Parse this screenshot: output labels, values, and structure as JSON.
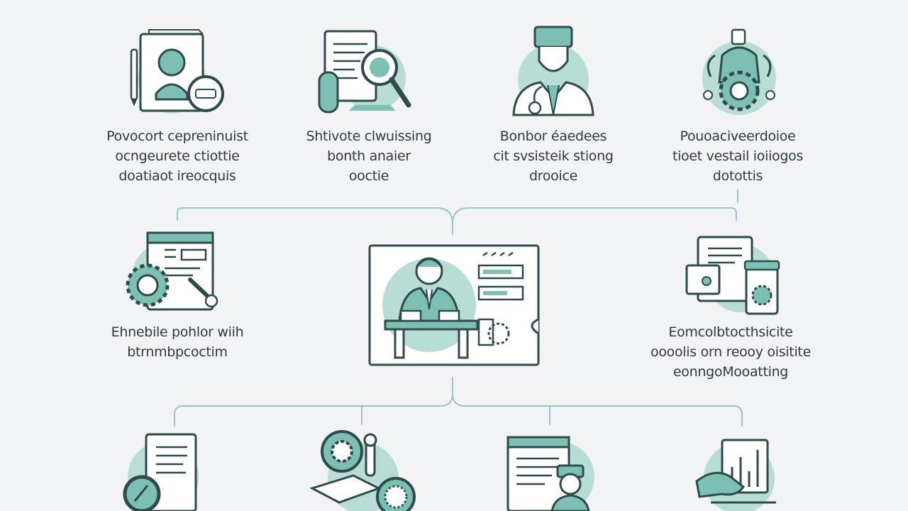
{
  "theme": {
    "accent": "#7cc0b3",
    "accent_light": "#b7ddd5",
    "ink": "#2f4a4a",
    "connector": "#9cc4cc",
    "background": "#f1f3f4",
    "text": "#2f3a3f"
  },
  "top_row": [
    {
      "id": "applicant-portrait",
      "icon": "id-document-with-magnifier-icon",
      "lines": [
        "Povocort cepreninuist",
        "ocngeurete ctiottie",
        "doatiaot ireocquis"
      ]
    },
    {
      "id": "screening",
      "icon": "document-search-icon",
      "lines": [
        "Shtivote clwuissing",
        "bonth anaier",
        "ooctie"
      ]
    },
    {
      "id": "medical",
      "icon": "doctor-icon",
      "lines": [
        "Bonbor éaedees",
        "cit svsisteik stiong",
        "drooice"
      ]
    },
    {
      "id": "processing",
      "icon": "gear-worker-icon",
      "lines": [
        "Pouoaciveerdoioe",
        "tioet vestail ioiiogos",
        "dotottis"
      ]
    }
  ],
  "middle_row": {
    "left": {
      "id": "enable-policy",
      "icon": "document-gear-pen-icon",
      "lines": [
        "Ehnebile pohlor wiih",
        "btrnmbpcoctim"
      ]
    },
    "center": {
      "id": "central-desk",
      "icon": "person-at-desk-screen-icon"
    },
    "right": {
      "id": "consolidation",
      "icon": "documents-jar-icon",
      "lines": [
        "Eomcolbtocthsicite",
        "oooolis orn reooy oisitite",
        "eonngoMooatting"
      ]
    }
  },
  "bottom_row": [
    {
      "id": "bottom-document",
      "icon": "document-badge-icon"
    },
    {
      "id": "bottom-tools",
      "icon": "tools-disc-icon"
    },
    {
      "id": "bottom-reviewer",
      "icon": "document-reviewer-icon"
    },
    {
      "id": "bottom-analytics",
      "icon": "hand-chart-icon"
    }
  ]
}
